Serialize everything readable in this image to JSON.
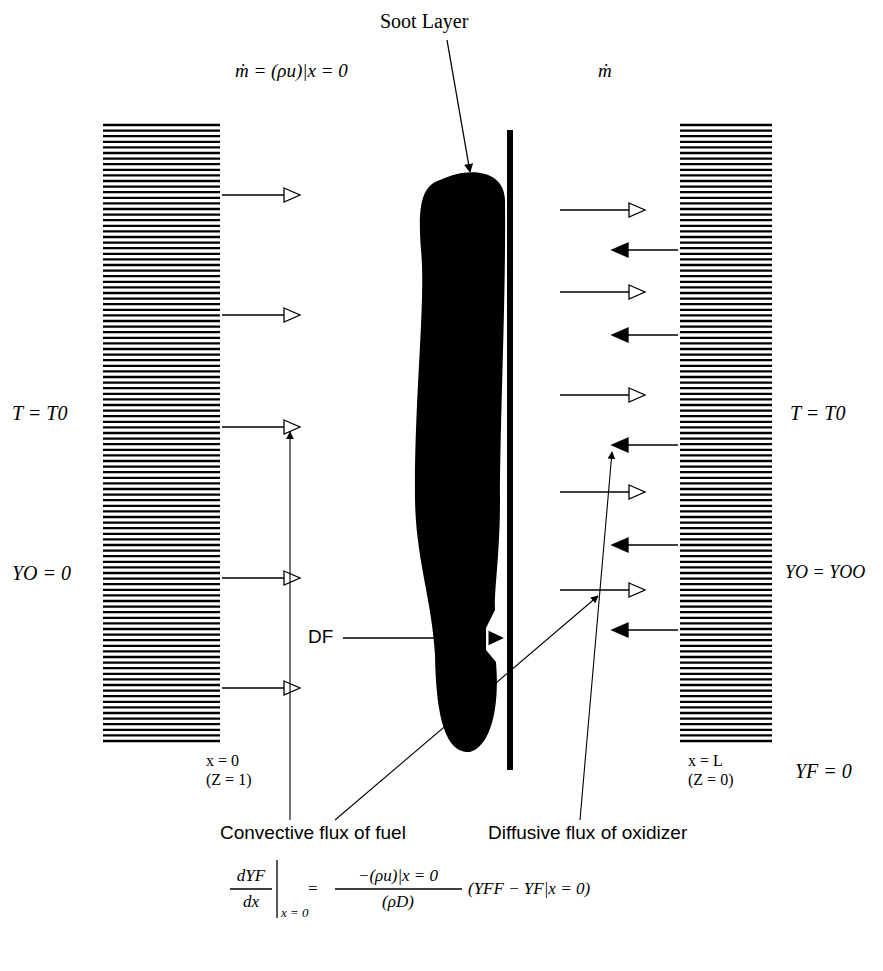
{
  "diagram": {
    "labels": [
      "Soot Layer",
      "ṁ = (ρu)|x = 0",
      "ṁ",
      "T = T0",
      "T = T0",
      "YO = 0",
      "YO = YOO",
      "YF = 0",
      "DF",
      "x = 0",
      "(Z = 1)",
      "x = L",
      "(Z = 0)",
      "Convective flux of fuel",
      "Diffusive flux of oxidizer",
      "dYF",
      "dx",
      "x = 0",
      "=",
      "−(ρu)|x = 0",
      "(ρD)",
      "(YFF − YF|x = 0)"
    ]
  }
}
